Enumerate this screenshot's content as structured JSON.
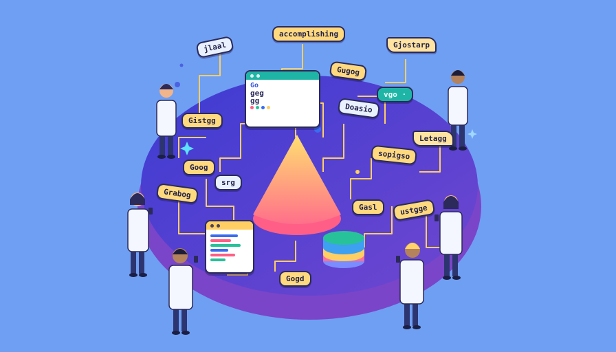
{
  "palette": {
    "background": "#6f9ff3",
    "platform_top": "#4b3fd1",
    "platform_side": "#7a45c8",
    "connector": "#ffcf63",
    "cone_top": "#ffe070",
    "cone_bottom": "#ff5f86",
    "label_fill": "#ffd97e",
    "coat": "#f4f7ff",
    "pants": "#2d3570"
  },
  "labels": {
    "top_center": "accomplishing",
    "top_left": "jlaal",
    "top_right": "Gjostarp",
    "upper_right_a": "Gugog",
    "teal_tag": "vgo ·",
    "dosio": "Doasio",
    "left_gistgg": "Gistgg",
    "right_letagg": "Letagg",
    "center_right": "sopigso",
    "left_goog": "Goog",
    "center_srg": "srg",
    "left_grabog": "Grabog",
    "right_gasl": "Gasl",
    "right_ustgge": "ustgge",
    "bottom_gogd": "Gogd"
  },
  "code_card_top": {
    "title": "Go",
    "line1": "geg",
    "line2": "gg"
  },
  "code_card_bottom": {
    "title": ""
  },
  "people": [
    {
      "role": "scientist",
      "hair": "#2b2a5a",
      "pose": "arms-crossed"
    },
    {
      "role": "scientist",
      "hair": "#1d1d3a",
      "pose": "arms-crossed"
    },
    {
      "role": "scientist",
      "hair": "#2b2a5a",
      "pose": "holding-phone"
    },
    {
      "role": "scientist",
      "hair": "#1d1d3a",
      "pose": "holding-phone"
    },
    {
      "role": "scientist",
      "hair": "#2b2a5a",
      "pose": "holding-phone"
    },
    {
      "role": "scientist",
      "hair": "#ffd36a",
      "pose": "holding-phone"
    }
  ]
}
